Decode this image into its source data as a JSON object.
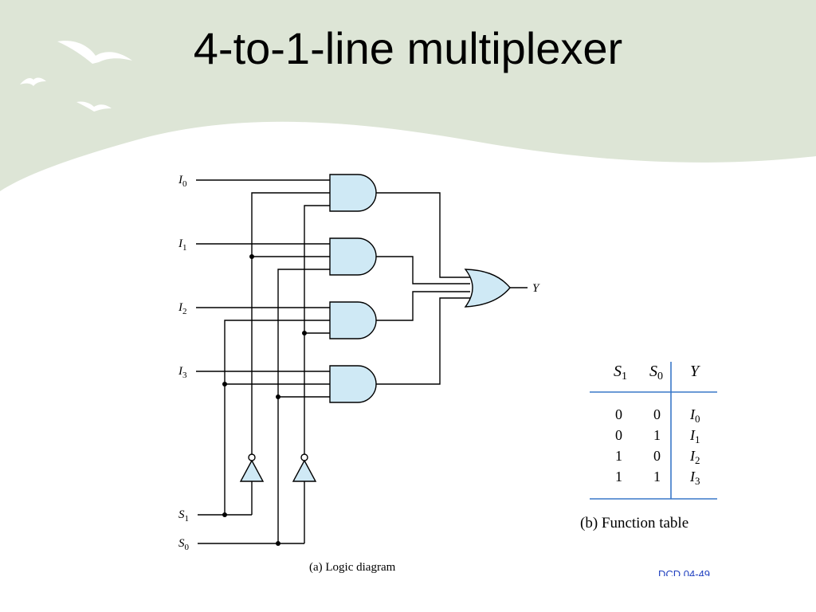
{
  "slide": {
    "title": "4-to-1-line multiplexer",
    "footer": "DCD 04-49"
  },
  "colors": {
    "banner": "#dde5d6",
    "gate_fill": "#cfe9f5",
    "table_rule": "#3a78c8",
    "footer": "#1f3fbf"
  },
  "logic_diagram": {
    "caption": "(a) Logic diagram",
    "inputs": [
      {
        "base": "I",
        "sub": "0"
      },
      {
        "base": "I",
        "sub": "1"
      },
      {
        "base": "I",
        "sub": "2"
      },
      {
        "base": "I",
        "sub": "3"
      }
    ],
    "selects": [
      {
        "base": "S",
        "sub": "1"
      },
      {
        "base": "S",
        "sub": "0"
      }
    ],
    "output": "Y",
    "gates": [
      "AND",
      "AND",
      "AND",
      "AND",
      "OR",
      "NOT",
      "NOT"
    ]
  },
  "function_table": {
    "caption": "(b) Function table",
    "headers": [
      {
        "base": "S",
        "sub": "1"
      },
      {
        "base": "S",
        "sub": "0"
      },
      {
        "base": "Y",
        "sub": ""
      }
    ],
    "rows": [
      {
        "s1": "0",
        "s0": "0",
        "y_base": "I",
        "y_sub": "0"
      },
      {
        "s1": "0",
        "s0": "1",
        "y_base": "I",
        "y_sub": "1"
      },
      {
        "s1": "1",
        "s0": "0",
        "y_base": "I",
        "y_sub": "2"
      },
      {
        "s1": "1",
        "s0": "1",
        "y_base": "I",
        "y_sub": "3"
      }
    ]
  }
}
